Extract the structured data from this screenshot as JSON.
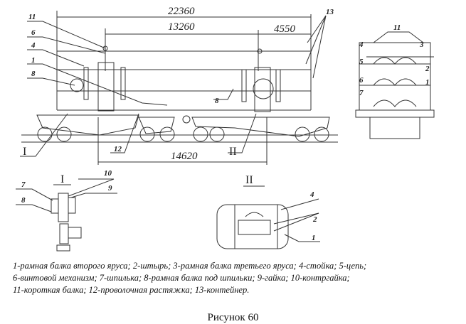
{
  "dimensions": {
    "overall": "22360",
    "middle": "13260",
    "end": "4550",
    "base": "14620"
  },
  "callouts": {
    "main": [
      "11",
      "6",
      "4",
      "1",
      "8",
      "8",
      "12",
      "13"
    ],
    "end_view": [
      "11",
      "4",
      "3",
      "5",
      "2",
      "6",
      "7",
      "1"
    ],
    "detail_I": [
      "10",
      "9",
      "7",
      "8"
    ],
    "detail_II": [
      "4",
      "2",
      "1"
    ]
  },
  "detail_marks": {
    "I": "I",
    "II": "II"
  },
  "legend": [
    "1-рамная балка второго яруса; 2-штырь; 3-рамная балка третьего яруса; 4-стойка; 5-цепь;",
    "6-винтовой механизм; 7-шпилька; 8-рамная балка под шпильки; 9-гайка; 10-контргайка;",
    "11-короткая балка; 12-проволочная растяжка; 13-контейнер."
  ],
  "caption": "Рисунок 60"
}
